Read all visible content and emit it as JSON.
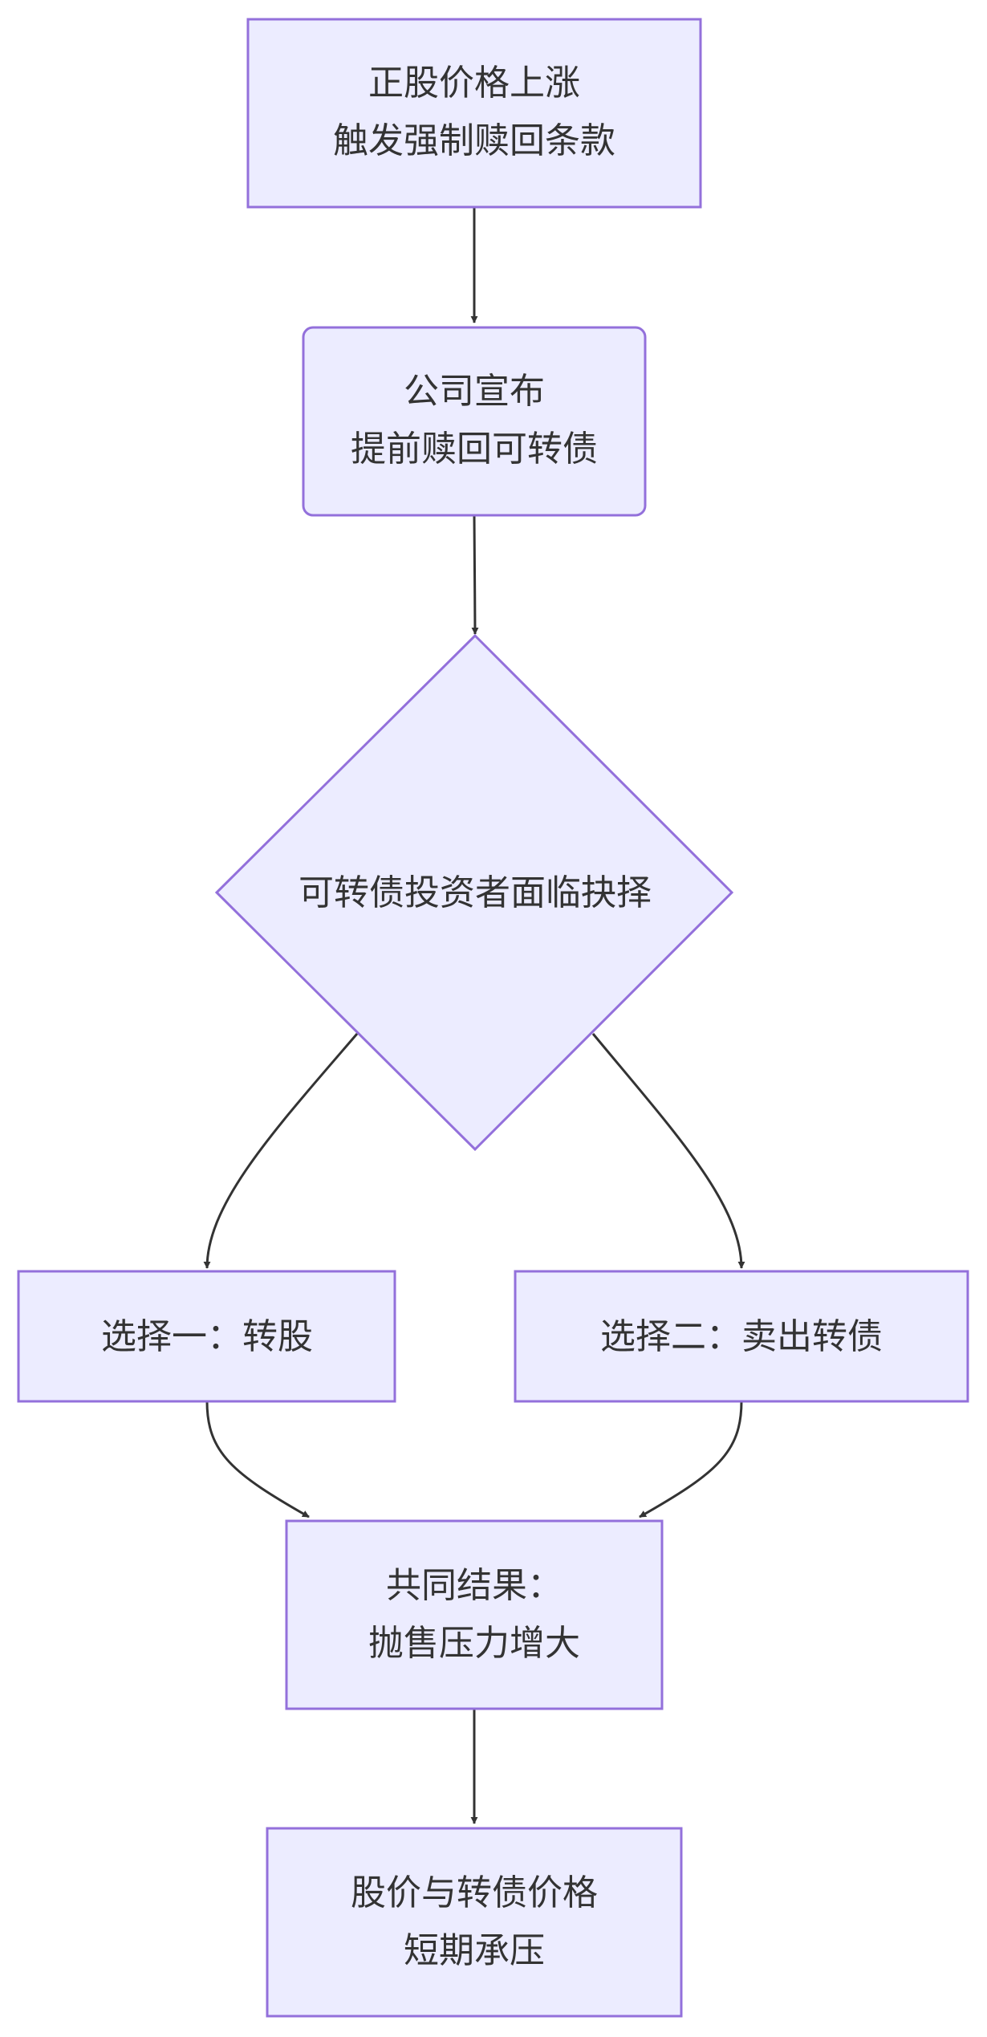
{
  "colors": {
    "node_fill": "#ECECFF",
    "node_stroke": "#9370DB",
    "edge_stroke": "#333333",
    "text": "#333333"
  },
  "nodes": {
    "trigger": {
      "line1": "正股价格上涨",
      "line2": "触发强制赎回条款"
    },
    "announce": {
      "line1": "公司宣布",
      "line2": "提前赎回可转债"
    },
    "decision": {
      "label": "可转债投资者面临抉择"
    },
    "option1": {
      "label": "选择一：转股"
    },
    "option2": {
      "label": "选择二：卖出转债"
    },
    "result": {
      "line1": "共同结果：",
      "line2": "抛售压力增大"
    },
    "outcome": {
      "line1": "股价与转债价格",
      "line2": "短期承压"
    }
  }
}
